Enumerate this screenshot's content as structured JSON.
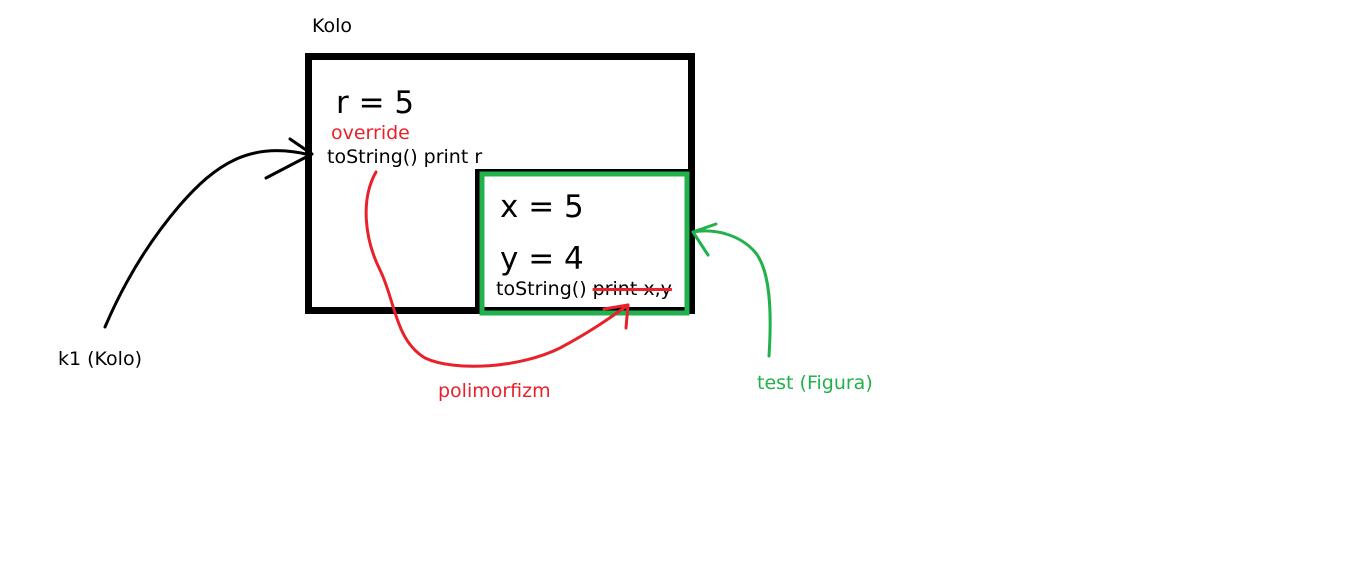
{
  "colors": {
    "black": "#000000",
    "red": "#e8212b",
    "green": "#22b14c"
  },
  "outer_box": {
    "title": "Kolo",
    "field": "r = 5",
    "override_label": "override",
    "method": "toString() print r"
  },
  "inner_box": {
    "field_x": "x = 5",
    "field_y": "y = 4",
    "method_prefix": "toString()",
    "method_struck": "print x,y"
  },
  "references": {
    "k1": "k1 (Kolo)",
    "test": "test (Figura)"
  },
  "polymorphism_label": "polimorfizm"
}
